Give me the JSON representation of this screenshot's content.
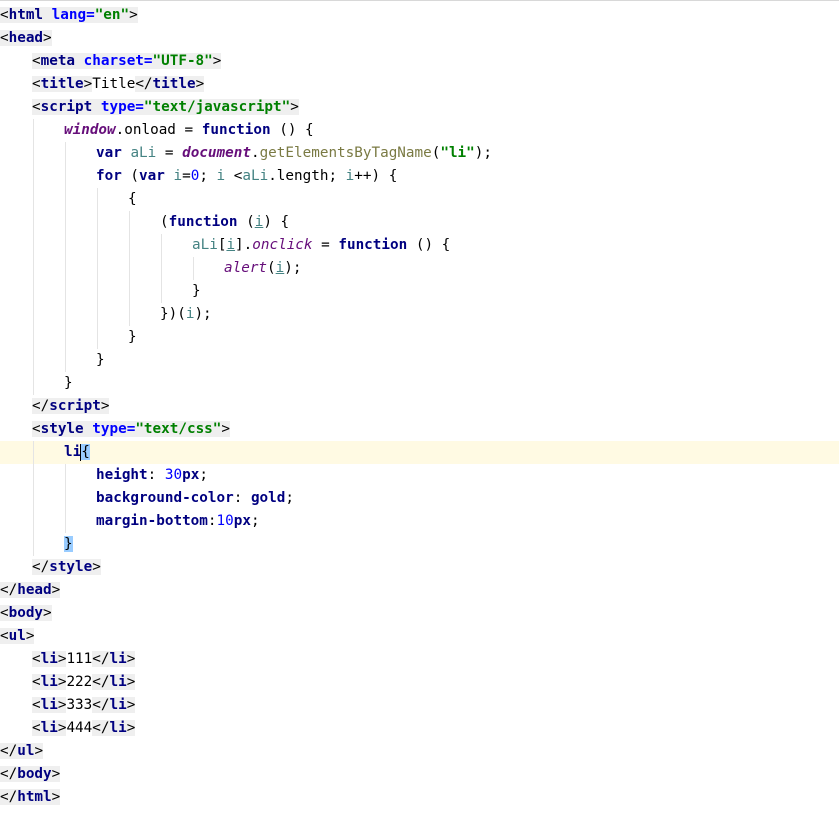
{
  "editor": {
    "language": "html",
    "lines": [
      {
        "indent": 0,
        "tokens": [
          {
            "t": "<",
            "c": "tagb pr"
          },
          {
            "t": "html",
            "c": "tagb tn"
          },
          {
            "t": " lang=",
            "c": "tagb an"
          },
          {
            "t": "\"en\"",
            "c": "tagb av"
          },
          {
            "t": ">",
            "c": "tagb pr"
          }
        ]
      },
      {
        "indent": 0,
        "tokens": [
          {
            "t": "<",
            "c": "tagb pr"
          },
          {
            "t": "head",
            "c": "tagb tn"
          },
          {
            "t": ">",
            "c": "tagb pr"
          }
        ]
      },
      {
        "indent": 1,
        "tokens": [
          {
            "t": "<",
            "c": "tagb pr"
          },
          {
            "t": "meta",
            "c": "tagb tn"
          },
          {
            "t": " charset=",
            "c": "tagb an"
          },
          {
            "t": "\"UTF-8\"",
            "c": "tagb av"
          },
          {
            "t": ">",
            "c": "tagb pr"
          }
        ]
      },
      {
        "indent": 1,
        "tokens": [
          {
            "t": "<",
            "c": "tagb pr"
          },
          {
            "t": "title",
            "c": "tagb tn"
          },
          {
            "t": ">",
            "c": "tagb pr"
          },
          {
            "t": "Title",
            "c": "pr"
          },
          {
            "t": "</",
            "c": "tagb pr"
          },
          {
            "t": "title",
            "c": "tagb tn"
          },
          {
            "t": ">",
            "c": "tagb pr"
          }
        ]
      },
      {
        "indent": 1,
        "tokens": [
          {
            "t": "<",
            "c": "tagb pr"
          },
          {
            "t": "script",
            "c": "tagb tn"
          },
          {
            "t": " type=",
            "c": "tagb an"
          },
          {
            "t": "\"text/javascript\"",
            "c": "tagb av"
          },
          {
            "t": ">",
            "c": "tagb pr"
          }
        ]
      },
      {
        "indent": 2,
        "tokens": [
          {
            "t": "window",
            "c": "gvb"
          },
          {
            "t": ".",
            "c": "pr"
          },
          {
            "t": "onload",
            "c": "pr"
          },
          {
            "t": " = ",
            "c": "pr"
          },
          {
            "t": "function",
            "c": "kw"
          },
          {
            "t": " () {",
            "c": "pr"
          }
        ]
      },
      {
        "indent": 3,
        "tokens": [
          {
            "t": "var",
            "c": "kw"
          },
          {
            "t": " ",
            "c": "pr"
          },
          {
            "t": "aLi",
            "c": "loc"
          },
          {
            "t": " = ",
            "c": "pr"
          },
          {
            "t": "document",
            "c": "gvb"
          },
          {
            "t": ".",
            "c": "pr"
          },
          {
            "t": "getElementsByTagName",
            "c": "fn"
          },
          {
            "t": "(",
            "c": "pr"
          },
          {
            "t": "\"li\"",
            "c": "str"
          },
          {
            "t": ");",
            "c": "pr"
          }
        ]
      },
      {
        "indent": 3,
        "tokens": [
          {
            "t": "for",
            "c": "kw"
          },
          {
            "t": " (",
            "c": "pr"
          },
          {
            "t": "var",
            "c": "kw"
          },
          {
            "t": " ",
            "c": "pr"
          },
          {
            "t": "i",
            "c": "loc"
          },
          {
            "t": "=",
            "c": "pr"
          },
          {
            "t": "0",
            "c": "num"
          },
          {
            "t": "; ",
            "c": "pr"
          },
          {
            "t": "i",
            "c": "loc"
          },
          {
            "t": " <",
            "c": "pr"
          },
          {
            "t": "aLi",
            "c": "loc"
          },
          {
            "t": ".length; ",
            "c": "pr"
          },
          {
            "t": "i",
            "c": "loc"
          },
          {
            "t": "++) {",
            "c": "pr"
          }
        ]
      },
      {
        "indent": 4,
        "tokens": [
          {
            "t": "{",
            "c": "pr"
          }
        ]
      },
      {
        "indent": 5,
        "tokens": [
          {
            "t": "(",
            "c": "pr"
          },
          {
            "t": "function",
            "c": "kw"
          },
          {
            "t": " (",
            "c": "pr"
          },
          {
            "t": "i",
            "c": "par"
          },
          {
            "t": ") {",
            "c": "pr"
          }
        ]
      },
      {
        "indent": 6,
        "tokens": [
          {
            "t": "aLi",
            "c": "loc"
          },
          {
            "t": "[",
            "c": "pr"
          },
          {
            "t": "i",
            "c": "par"
          },
          {
            "t": "].",
            "c": "pr"
          },
          {
            "t": "onclick",
            "c": "gv"
          },
          {
            "t": " = ",
            "c": "pr"
          },
          {
            "t": "function",
            "c": "kw"
          },
          {
            "t": " () {",
            "c": "pr"
          }
        ]
      },
      {
        "indent": 7,
        "tokens": [
          {
            "t": "alert",
            "c": "gv"
          },
          {
            "t": "(",
            "c": "pr"
          },
          {
            "t": "i",
            "c": "par"
          },
          {
            "t": ");",
            "c": "pr"
          }
        ]
      },
      {
        "indent": 6,
        "tokens": [
          {
            "t": "}",
            "c": "pr"
          }
        ]
      },
      {
        "indent": 5,
        "tokens": [
          {
            "t": "})(",
            "c": "pr"
          },
          {
            "t": "i",
            "c": "loc"
          },
          {
            "t": ");",
            "c": "pr"
          }
        ]
      },
      {
        "indent": 4,
        "tokens": [
          {
            "t": "}",
            "c": "pr"
          }
        ]
      },
      {
        "indent": 3,
        "tokens": [
          {
            "t": "}",
            "c": "pr"
          }
        ]
      },
      {
        "indent": 2,
        "tokens": [
          {
            "t": "}",
            "c": "pr"
          }
        ]
      },
      {
        "indent": 1,
        "tokens": [
          {
            "t": "</",
            "c": "tagb pr"
          },
          {
            "t": "script",
            "c": "tagb tn"
          },
          {
            "t": ">",
            "c": "tagb pr"
          }
        ]
      },
      {
        "indent": 1,
        "tokens": [
          {
            "t": "<",
            "c": "tagb pr"
          },
          {
            "t": "style",
            "c": "tagb tn"
          },
          {
            "t": " type=",
            "c": "tagb an"
          },
          {
            "t": "\"text/css\"",
            "c": "tagb av"
          },
          {
            "t": ">",
            "c": "tagb pr"
          }
        ]
      },
      {
        "indent": 2,
        "current": true,
        "caret": true,
        "tokens": [
          {
            "t": "li",
            "c": "tn"
          },
          {
            "t": "{",
            "c": "pr brace-hl"
          }
        ]
      },
      {
        "indent": 3,
        "tokens": [
          {
            "t": "height",
            "c": "cssp"
          },
          {
            "t": ": ",
            "c": "pr"
          },
          {
            "t": "30",
            "c": "cssn"
          },
          {
            "t": "px",
            "c": "cssu"
          },
          {
            "t": ";",
            "c": "pr"
          }
        ]
      },
      {
        "indent": 3,
        "tokens": [
          {
            "t": "background-color",
            "c": "cssp"
          },
          {
            "t": ": ",
            "c": "pr"
          },
          {
            "t": "gold",
            "c": "cssv"
          },
          {
            "t": ";",
            "c": "pr"
          }
        ]
      },
      {
        "indent": 3,
        "tokens": [
          {
            "t": "margin-bottom",
            "c": "cssp"
          },
          {
            "t": ":",
            "c": "pr"
          },
          {
            "t": "10",
            "c": "cssn"
          },
          {
            "t": "px",
            "c": "cssu"
          },
          {
            "t": ";",
            "c": "pr"
          }
        ]
      },
      {
        "indent": 2,
        "tokens": [
          {
            "t": "}",
            "c": "pr brace-hl"
          }
        ]
      },
      {
        "indent": 1,
        "tokens": [
          {
            "t": "</",
            "c": "tagb pr"
          },
          {
            "t": "style",
            "c": "tagb tn"
          },
          {
            "t": ">",
            "c": "tagb pr"
          }
        ]
      },
      {
        "indent": 0,
        "tokens": [
          {
            "t": "</",
            "c": "tagb pr"
          },
          {
            "t": "head",
            "c": "tagb tn"
          },
          {
            "t": ">",
            "c": "tagb pr"
          }
        ]
      },
      {
        "indent": 0,
        "tokens": [
          {
            "t": "<",
            "c": "tagb pr"
          },
          {
            "t": "body",
            "c": "tagb tn"
          },
          {
            "t": ">",
            "c": "tagb pr"
          }
        ]
      },
      {
        "indent": 0,
        "tokens": [
          {
            "t": "<",
            "c": "tagb pr"
          },
          {
            "t": "ul",
            "c": "tagb tn"
          },
          {
            "t": ">",
            "c": "tagb pr"
          }
        ]
      },
      {
        "indent": 1,
        "tokens": [
          {
            "t": "<",
            "c": "tagb pr"
          },
          {
            "t": "li",
            "c": "tagb tn"
          },
          {
            "t": ">",
            "c": "tagb pr"
          },
          {
            "t": "111",
            "c": "pr"
          },
          {
            "t": "</",
            "c": "tagb pr"
          },
          {
            "t": "li",
            "c": "tagb tn"
          },
          {
            "t": ">",
            "c": "tagb pr"
          }
        ]
      },
      {
        "indent": 1,
        "tokens": [
          {
            "t": "<",
            "c": "tagb pr"
          },
          {
            "t": "li",
            "c": "tagb tn"
          },
          {
            "t": ">",
            "c": "tagb pr"
          },
          {
            "t": "222",
            "c": "pr"
          },
          {
            "t": "</",
            "c": "tagb pr"
          },
          {
            "t": "li",
            "c": "tagb tn"
          },
          {
            "t": ">",
            "c": "tagb pr"
          }
        ]
      },
      {
        "indent": 1,
        "tokens": [
          {
            "t": "<",
            "c": "tagb pr"
          },
          {
            "t": "li",
            "c": "tagb tn"
          },
          {
            "t": ">",
            "c": "tagb pr"
          },
          {
            "t": "333",
            "c": "pr"
          },
          {
            "t": "</",
            "c": "tagb pr"
          },
          {
            "t": "li",
            "c": "tagb tn"
          },
          {
            "t": ">",
            "c": "tagb pr"
          }
        ]
      },
      {
        "indent": 1,
        "tokens": [
          {
            "t": "<",
            "c": "tagb pr"
          },
          {
            "t": "li",
            "c": "tagb tn"
          },
          {
            "t": ">",
            "c": "tagb pr"
          },
          {
            "t": "444",
            "c": "pr"
          },
          {
            "t": "</",
            "c": "tagb pr"
          },
          {
            "t": "li",
            "c": "tagb tn"
          },
          {
            "t": ">",
            "c": "tagb pr"
          }
        ]
      },
      {
        "indent": 0,
        "tokens": [
          {
            "t": "</",
            "c": "tagb pr"
          },
          {
            "t": "ul",
            "c": "tagb tn"
          },
          {
            "t": ">",
            "c": "tagb pr"
          }
        ]
      },
      {
        "indent": 0,
        "tokens": [
          {
            "t": "</",
            "c": "tagb pr"
          },
          {
            "t": "body",
            "c": "tagb tn"
          },
          {
            "t": ">",
            "c": "tagb pr"
          }
        ]
      },
      {
        "indent": 0,
        "tokens": [
          {
            "t": "</",
            "c": "tagb pr"
          },
          {
            "t": "html",
            "c": "tagb tn"
          },
          {
            "t": ">",
            "c": "tagb pr"
          }
        ]
      }
    ]
  },
  "colors": {
    "tag_name": "#000080",
    "attr_name": "#0000ff",
    "attr_value": "#008000",
    "keyword": "#000080",
    "global_var": "#660e7a",
    "function_call": "#7a7a43",
    "local_var": "#458383",
    "number": "#0000ff",
    "current_line": "#fffae3",
    "brace_match": "#99ccff"
  }
}
